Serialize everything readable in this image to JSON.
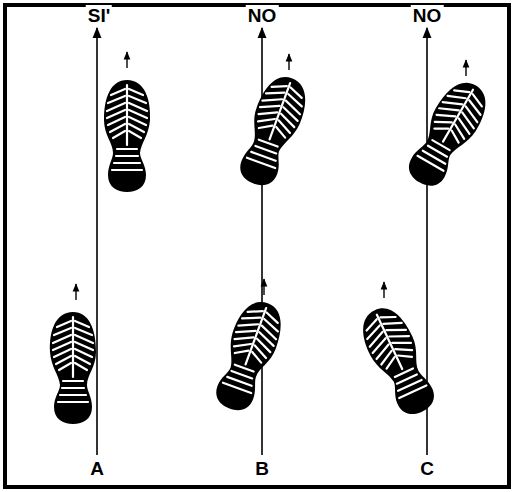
{
  "diagram": {
    "labels": [
      "SI'",
      "NO",
      "NO",
      "A",
      "B",
      "C"
    ]
  }
}
